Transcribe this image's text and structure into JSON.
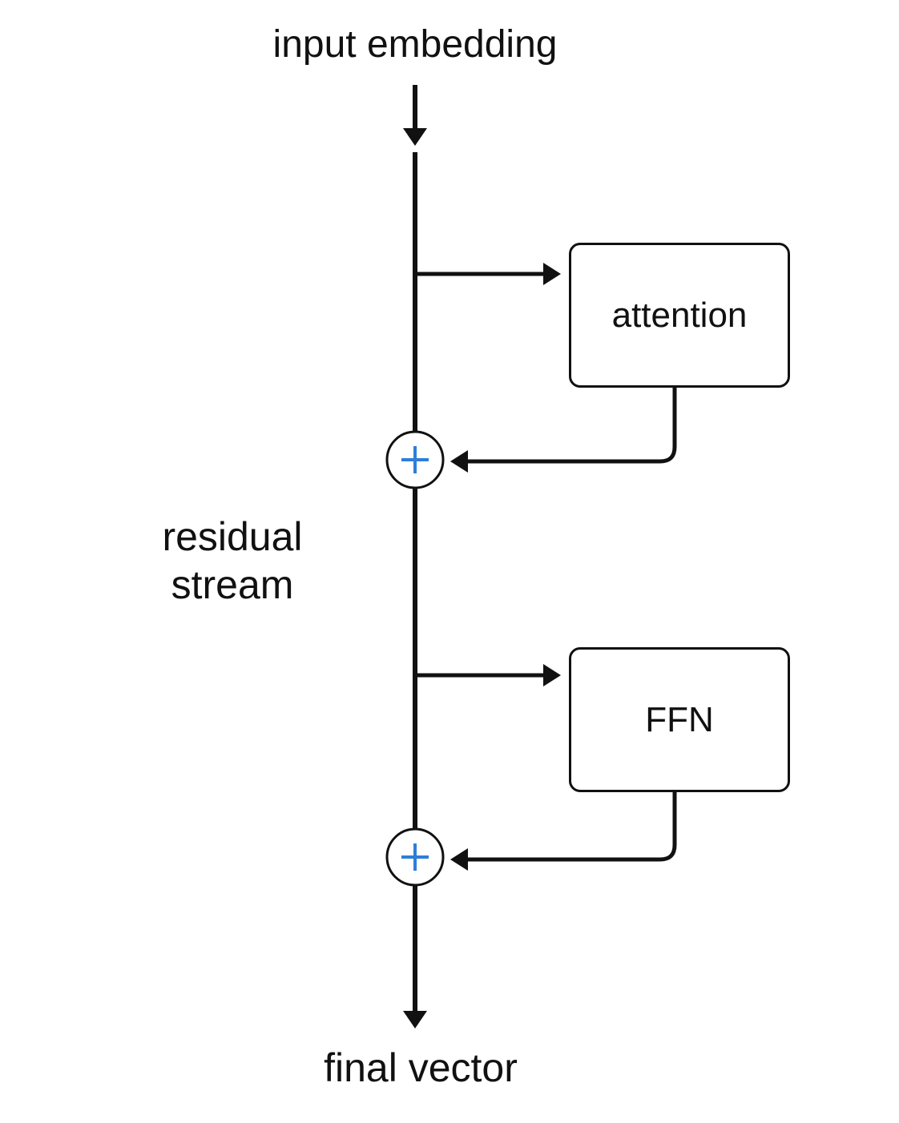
{
  "labels": {
    "input": "input embedding",
    "output": "final vector",
    "stream_line1": "residual",
    "stream_line2": "stream"
  },
  "blocks": {
    "attention": "attention",
    "ffn": "FFN"
  },
  "colors": {
    "line": "#111111",
    "plus": "#2d7fd6",
    "background": "#ffffff"
  },
  "icons": {
    "add_node": "circled-plus"
  }
}
